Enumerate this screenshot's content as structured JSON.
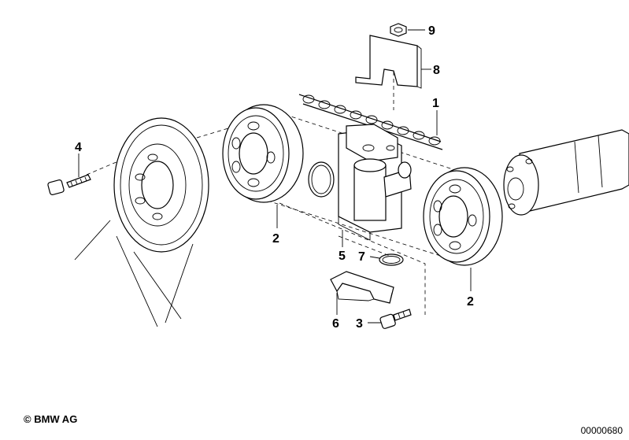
{
  "diagram": {
    "callouts": {
      "chain": "1",
      "sprocket_left": "2",
      "sprocket_right": "2",
      "bolt_lower": "3",
      "bolt_upper": "4",
      "tensioner": "5",
      "guide_rail": "6",
      "o_ring": "7",
      "bracket": "8",
      "nut": "9"
    }
  },
  "footer": {
    "copyright": "© BMW AG",
    "reference_code": "00000680"
  }
}
